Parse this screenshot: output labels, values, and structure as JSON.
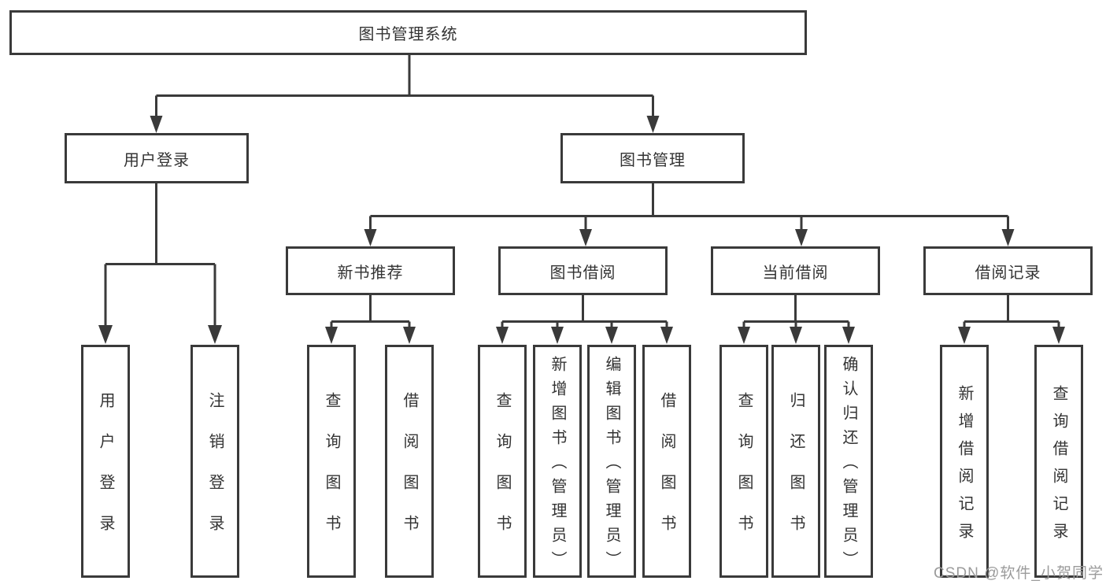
{
  "tree": {
    "label": "图书管理系统",
    "children": [
      {
        "label": "用户登录",
        "children": [
          {
            "label": "用户登录"
          },
          {
            "label": "注销登录"
          }
        ]
      },
      {
        "label": "图书管理",
        "children": [
          {
            "label": "新书推荐",
            "children": [
              {
                "label": "查询图书"
              },
              {
                "label": "借阅图书"
              }
            ]
          },
          {
            "label": "图书借阅",
            "children": [
              {
                "label": "查询图书"
              },
              {
                "label": "新增图书（管理员）"
              },
              {
                "label": "编辑图书（管理员）"
              },
              {
                "label": "借阅图书"
              }
            ]
          },
          {
            "label": "当前借阅",
            "children": [
              {
                "label": "查询图书"
              },
              {
                "label": "归还图书"
              },
              {
                "label": "确认归还（管理员）"
              }
            ]
          },
          {
            "label": "借阅记录",
            "children": [
              {
                "label": "新增借阅记录"
              },
              {
                "label": "查询借阅记录"
              }
            ]
          }
        ]
      }
    ]
  },
  "watermark": "CSDN @软件_小贺同学",
  "colors": {
    "line": "#3a3a3a",
    "text": "#333333",
    "watermark": "#9b9b9b",
    "background": "#ffffff"
  }
}
